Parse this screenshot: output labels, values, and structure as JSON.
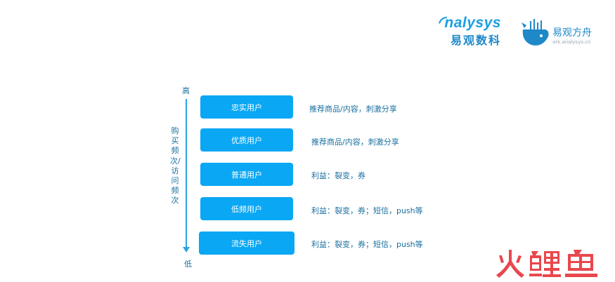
{
  "header": {
    "analysys_logo_text": "nalysys",
    "analysys_logo_cn": "易观数科",
    "ark_logo_cn": "易观方舟",
    "ark_logo_url": "ark.analysys.cn"
  },
  "axis": {
    "top_label": "高",
    "bottom_label": "低",
    "title": "购买频次/访问频次"
  },
  "tiers": [
    {
      "label": "忠实用户",
      "description": "推荐商品/内容，刺激分享"
    },
    {
      "label": "优质用户",
      "description": "推荐商品/内容，刺激分享"
    },
    {
      "label": "普通用户",
      "description": "利益：裂变，券"
    },
    {
      "label": "低频用户",
      "description": "利益：裂变，券；短信，push等"
    },
    {
      "label": "流失用户",
      "description": "利益：裂变，券；短信，push等"
    }
  ],
  "watermark": {
    "text": "火鲤鱼",
    "color": "#e8484d"
  },
  "colors": {
    "tier_fill": "#0aa7f4",
    "axis": "#2aa4e6",
    "text": "#1a6fa0"
  }
}
